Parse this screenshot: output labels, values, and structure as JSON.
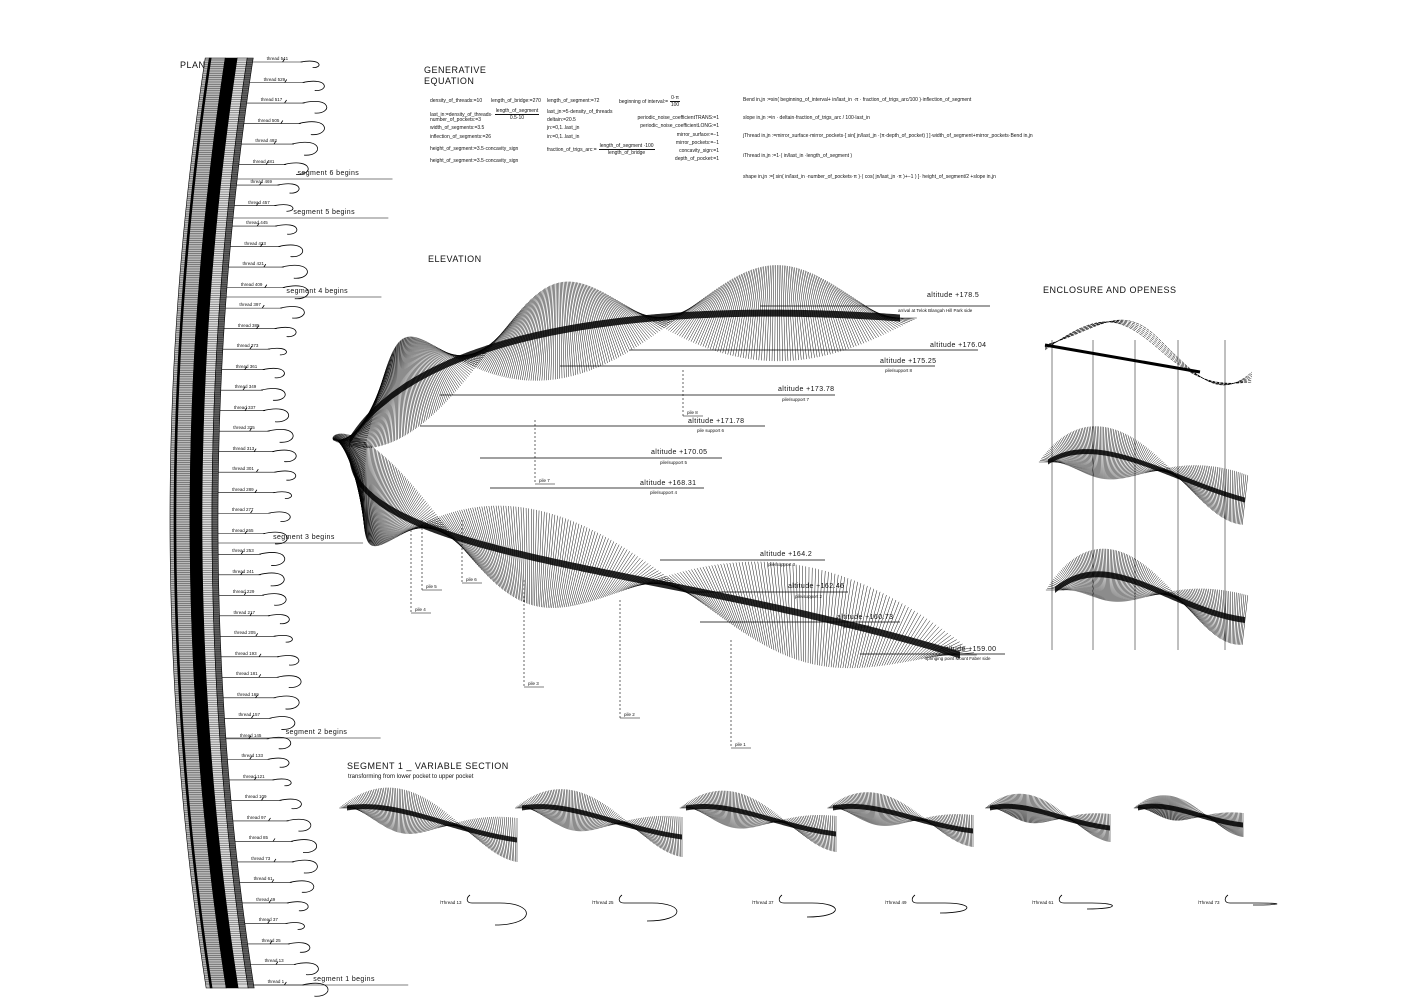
{
  "plan": {
    "title": "PLAN",
    "threads": [
      "thread 541",
      "thread 529",
      "thread 517",
      "thread 505",
      "thread 493",
      "thread 481",
      "thread 469",
      "thread 457",
      "thread 445",
      "thread 433",
      "thread 421",
      "thread 409",
      "thread 397",
      "thread 385",
      "thread 373",
      "thread 361",
      "thread 349",
      "thread 337",
      "thread 325",
      "thread 313",
      "thread 301",
      "thread 289",
      "thread 277",
      "thread 265",
      "thread 253",
      "thread 241",
      "thread 229",
      "thread 217",
      "thread 205",
      "thread 193",
      "thread 181",
      "thread 169",
      "thread 157",
      "thread 145",
      "thread 133",
      "thread 121",
      "thread 109",
      "thread 97",
      "thread 85",
      "thread 73",
      "thread 61",
      "thread 49",
      "thread 37",
      "thread 25",
      "thread 13",
      "thread 1"
    ],
    "segments": [
      "segment 6 begins",
      "segment 5 begins",
      "segment 4 begins",
      "segment 3 begins",
      "segment 2 begins",
      "segment 1 begins"
    ]
  },
  "equation": {
    "title_line1": "GENERATIVE",
    "title_line2": "EQUATION",
    "col1": [
      "density_of_threads:=10",
      "number_of_pockets:=3",
      "width_of_segments:=3.5",
      "inflection_of_segments:=26",
      "height_of_segment:=3.5·concavity_sign",
      "height_of_segment:=3.5·concavity_sign"
    ],
    "last_in": "last_in:=density_of_threads·",
    "last_in_num": "length_of_segment",
    "last_in_den": "0.5·10",
    "length_of_bridge": "length_of_bridge:=270",
    "length_of_segment": "length_of_segment:=72",
    "col3": [
      "last_jn:=5·density_of_threads",
      "deltain:=20.5",
      "jn:=0,1..last_jn",
      "in:=0,1..last_in"
    ],
    "fraction": "fraction_of_trigs_arc:=",
    "fraction_num": "length_of_segment ·100",
    "fraction_den": "length_of_bridge",
    "beginning": "beginning of interval:=",
    "beginning_num": "0·π",
    "beginning_den": "100",
    "col4": [
      "periodic_noise_coefficientTRANS:=1",
      "periodic_noise_coefficientLONG:=1",
      "mirror_surface:=−1",
      "mirror_pockets:=−1",
      "concavity_sign:=1",
      "depth_of_pocket:=1"
    ],
    "right": [
      "Bend in,jn :=sin( beginning_of_interval+ in/last_in ·π · fraction_of_trigs_arc/100 )·inflection_of_segment",
      "slope in,jn :=in · deltain·fraction_of_trigs_arc / 100·last_in",
      "jThread in,jn :=mirror_surface·mirror_pockets·[ sin[ jn/last_jn ·(π·depth_of_pocket) ] ]·width_of_segment+mirror_pockets·Bend in,jn",
      "iThread in,jn :=1·( in/last_in ·length_of_segment )",
      "shape in,jn :=[ sin( in/last_in ·number_of_pockets·π )·( cos( jn/last_jn ·π )+−1 ) ]· height_of_segment/2 +slope in,jn"
    ]
  },
  "elevation": {
    "title": "ELEVATION",
    "altitudes": [
      {
        "value": "altitude  +178.5",
        "sub": "arrival at Telok Blangah Hill Park side"
      },
      {
        "value": "altitude  +176.04",
        "sub": ""
      },
      {
        "value": "altitude  +175.25",
        "sub": "pile/support 8"
      },
      {
        "value": "altitude  +173.78",
        "sub": "pile/support 7"
      },
      {
        "value": "altitude  +171.78",
        "sub": "pile support 6"
      },
      {
        "value": "altitude  +170.05",
        "sub": "pile/support 5"
      },
      {
        "value": "altitude  +168.31",
        "sub": "pile/support 4"
      },
      {
        "value": "altitude  +164.2",
        "sub": "pile/support 3"
      },
      {
        "value": "altitude  +162.46",
        "sub": "pile/support 2"
      },
      {
        "value": "altitude  +160.73",
        "sub": "pile/support 1"
      },
      {
        "value": "altitude  +159.00",
        "sub": "springing point Mount Faber side"
      }
    ],
    "piles": [
      "pile 1",
      "pile 2",
      "pile 3",
      "pile 4",
      "pile 5",
      "pile 6",
      "pile 7",
      "pile 8"
    ]
  },
  "enclosure": {
    "title": "ENCLOSURE  AND  OPENESS"
  },
  "section": {
    "title": "SEGMENT  1  _  VARIABLE  SECTION",
    "subtitle": "transforming from lower pocket to upper pocket",
    "threads": [
      "lThread 13",
      "lThread 25",
      "lThread 37",
      "lThread 49",
      "lThread 61",
      "lThread 73"
    ]
  }
}
